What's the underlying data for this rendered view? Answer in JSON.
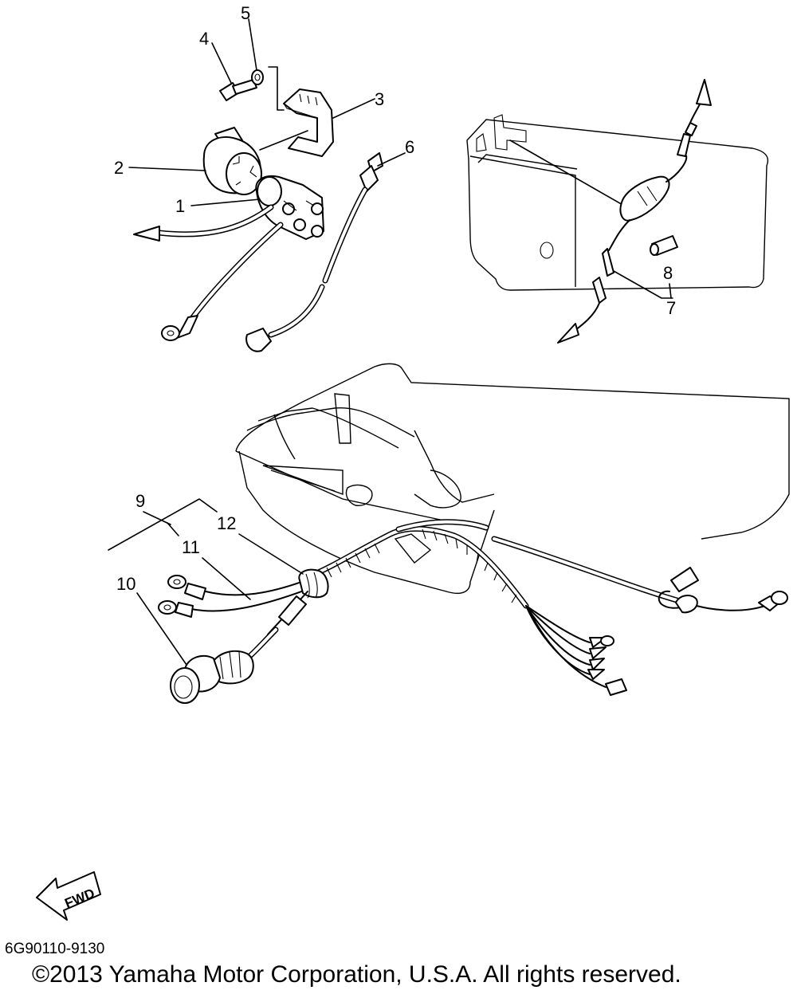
{
  "diagram": {
    "callouts": {
      "p1": "1",
      "p2": "2",
      "p3": "3",
      "p4": "4",
      "p5": "5",
      "p6": "6",
      "p7": "7",
      "p8": "8",
      "p9": "9",
      "p10": "10",
      "p11": "11",
      "p12": "12"
    },
    "fwd_label": "FWD"
  },
  "footer": {
    "code": "6G90110-9130",
    "copyright": "©2013 Yamaha Motor Corporation, U.S.A. All rights reserved."
  }
}
